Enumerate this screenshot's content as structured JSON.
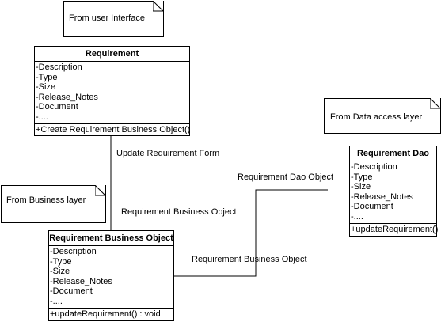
{
  "notes": {
    "ui": "From user Interface",
    "business": "From Business layer",
    "data_access": "From Data access layer"
  },
  "requirement": {
    "title": "Requirement",
    "attributes": [
      "-Description",
      "-Type",
      "-Size",
      "-Release_Notes",
      "-Document",
      "-...."
    ],
    "operations": [
      "+Create Requirement Business Object()"
    ]
  },
  "business_object": {
    "title": "Requirement Business Object",
    "attributes": [
      "-Description",
      "-Type",
      "-Size",
      "-Release_Notes",
      "-Document",
      "-...."
    ],
    "operations": [
      "+updateRequirement() : void"
    ]
  },
  "dao": {
    "title": "Requirement Dao",
    "attributes": [
      "-Description",
      "-Type",
      "-Size",
      "-Release_Notes",
      "-Document",
      "-...."
    ],
    "operations": [
      "+updateRequirement()"
    ]
  },
  "labels": {
    "update_form": "Update Requirement Form",
    "rbo_upper": "Requirement Business Object",
    "dao_object": "Requirement Dao Object",
    "rbo_lower": "Requirement Business Object"
  }
}
